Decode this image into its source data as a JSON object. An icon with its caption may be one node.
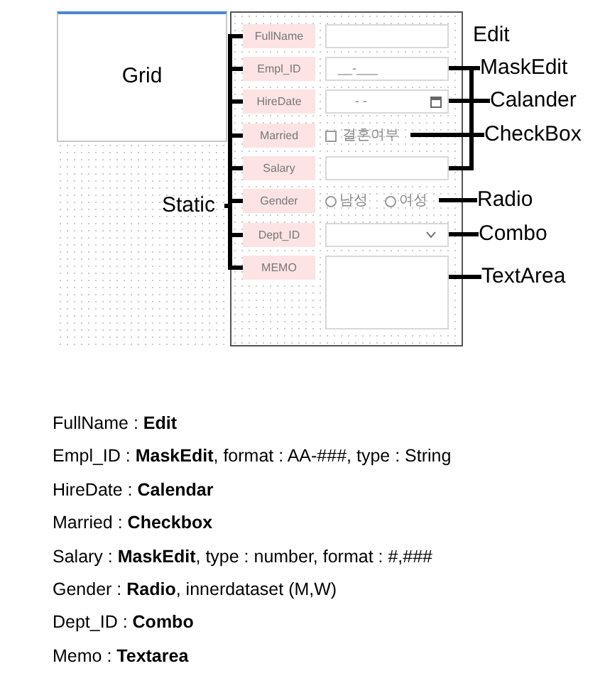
{
  "diagram": {
    "nodes": [
      {
        "text": [
          "Grid"
        ]
      },
      {
        "text": [],
        "shape": "box"
      },
      {
        "text": [
          "FullName"
        ],
        "in": 1
      },
      {
        "text": [
          "Empl_ID"
        ],
        "in": 1
      },
      {
        "text": [
          "HireDate"
        ],
        "in": 1
      },
      {
        "text": [
          "Married"
        ],
        "in": 1
      },
      {
        "text": [
          "Salary"
        ],
        "in": 1
      },
      {
        "text": [
          "Gender"
        ],
        "in": 1
      },
      {
        "text": [
          "Dept_ID"
        ],
        "in": 1
      },
      {
        "text": [
          "MEMO"
        ],
        "in": 1
      },
      {
        "text": [],
        "shape": "box",
        "in": 1
      },
      {
        "text": [
          "__-___"
        ],
        "in": 1
      },
      {
        "text": [
          "- -"
        ],
        "in": 1
      },
      {
        "text": [
          "결혼여부"
        ],
        "in": 1
      },
      {
        "text": [],
        "shape": "box",
        "in": 1
      },
      {
        "text": [
          "남성",
          "여성"
        ],
        "in": 1
      },
      {
        "text": [],
        "shape": "box",
        "in": 1
      },
      {
        "text": [],
        "shape": "box",
        "in": 1
      },
      {
        "text": [
          "Static"
        ]
      },
      {
        "text": [
          "MaskEdit"
        ]
      },
      {
        "text": [
          "Calander"
        ]
      },
      {
        "text": [
          "CheckBox"
        ]
      },
      {
        "text": [
          "Radio"
        ]
      },
      {
        "text": [
          "Combo"
        ]
      },
      {
        "text": [
          "TextArea"
        ]
      }
    ],
    "edges": [
      {
        "from": 18,
        "to": 2,
        "arrow": "none"
      },
      {
        "from": 18,
        "to": 3,
        "arrow": "none"
      },
      {
        "from": 18,
        "to": 4,
        "arrow": "none"
      },
      {
        "from": 18,
        "to": 5,
        "arrow": "none"
      },
      {
        "from": 18,
        "to": 6,
        "arrow": "none"
      },
      {
        "from": 18,
        "to": 7,
        "arrow": "none"
      },
      {
        "from": 18,
        "to": 8,
        "arrow": "none"
      },
      {
        "from": 18,
        "to": 9,
        "arrow": "none"
      },
      {
        "from": 19,
        "to": 11,
        "arrow": "none"
      },
      {
        "from": 19,
        "to": 14,
        "arrow": "none"
      },
      {
        "from": 20,
        "to": 12,
        "arrow": "none"
      },
      {
        "from": 21,
        "to": 13,
        "arrow": "none"
      },
      {
        "from": 22,
        "to": 15,
        "arrow": "none"
      },
      {
        "from": 23,
        "to": 16,
        "arrow": "none"
      },
      {
        "from": 24,
        "to": 17,
        "arrow": "none"
      }
    ],
    "labels": [
      "Edit",
      "FullName : **Edit**",
      "Empl_ID : **MaskEdit**, format : AA-###, type : String",
      "HireDate : **Calendar**",
      "Married : **Checkbox**",
      "Salary : **MaskEdit**, type : number, format : #,###",
      "Gender : **Radio**, innerdataset (M,W)",
      "Dept_ID : **Combo**",
      "Memo : **Textarea**"
    ]
  }
}
